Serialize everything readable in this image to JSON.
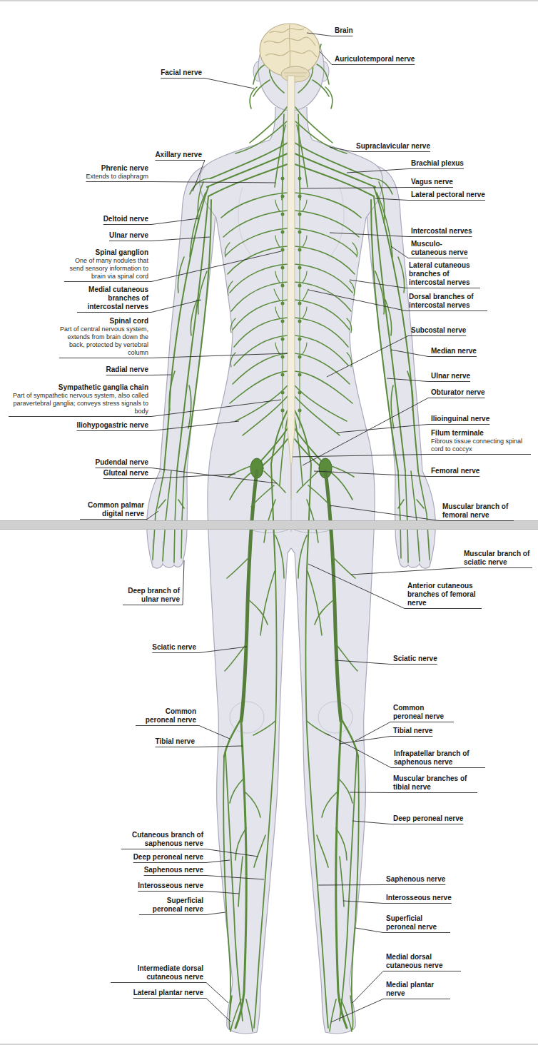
{
  "diagram": {
    "labels": [
      "Brain",
      "Auriculotemporal nerve",
      "Facial nerve",
      "Supraclavicular nerve",
      "Axillary nerve",
      "Brachial plexus",
      "Phrenic nerve",
      "Extends to diaphragm",
      "Vagus nerve",
      "Lateral pectoral nerve",
      "Deltoid nerve",
      "Intercostal nerves",
      "Ulnar nerve",
      "Musculo- cutaneous nerve",
      "Spinal ganglion",
      "One of many nodules that send sensory information to brain via spinal cord",
      "Lateral cutaneous branches of intercostal nerves",
      "Medial cutaneous branches of intercostal nerves",
      "Dorsal branches of intercostal nerves",
      "Spinal cord",
      "Part of central nervous system, extends from brain down the back, protected by vertebral column",
      "Subcostal nerve",
      "Median nerve",
      "Radial nerve",
      "Ulnar nerve",
      "Sympathetic ganglia chain",
      "Part of sympathetic nervous system, also called paravertebral ganglia; conveys stress signals to body",
      "Obturator nerve",
      "Ilioinguinal nerve",
      "Iliohypogastric nerve",
      "Filum terminale",
      "Fibrous tissue connecting spinal cord to coccyx",
      "Pudendal nerve",
      "Femoral nerve",
      "Gluteal nerve",
      "Common palmar digital nerve",
      "Muscular branch of femoral nerve",
      "Muscular branch of sciatic nerve",
      "Deep branch of ulnar nerve",
      "Anterior cutaneous branches of femoral nerve",
      "Sciatic nerve",
      "Sciatic nerve",
      "Common peroneal nerve",
      "Common peroneal nerve",
      "Tibial nerve",
      "Tibial nerve",
      "Infrapatellar branch of saphenous nerve",
      "Muscular branches of tibial nerve",
      "Deep peroneal nerve",
      "Cutaneous branch of saphenous nerve",
      "Deep peroneal nerve",
      "Saphenous nerve",
      "Saphenous nerve",
      "Interosseous nerve",
      "Interosseous nerve",
      "Superficial peroneal nerve",
      "Superficial peroneal nerve",
      "Medial dorsal cutaneous nerve",
      "Intermediate dorsal cutaneous nerve",
      "Lateral plantar nerve",
      "Medial plantar nerve"
    ]
  }
}
